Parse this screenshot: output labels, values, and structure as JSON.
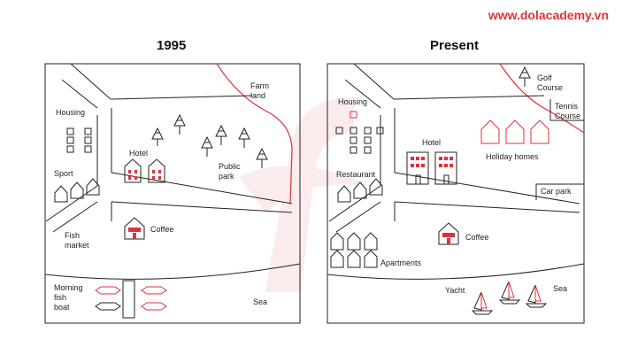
{
  "watermark": "www.dolacademy.vn",
  "maps": {
    "left": {
      "title": "1995",
      "labels": {
        "housing": "Housing",
        "farm_land": "Farm\nland",
        "hotel": "Hotel",
        "public_park": "Public\npark",
        "sport": "Sport",
        "coffee": "Coffee",
        "fish_market": "Fish\nmarket",
        "morning_fish_boat": "Morning\nfish\nboat",
        "sea": "Sea"
      }
    },
    "right": {
      "title": "Present",
      "labels": {
        "golf_course": "Golf\nCourse",
        "housing": "Housing",
        "tennis_course": "Tennis\nCourse",
        "hotel": "Hotel",
        "holiday_homes": "Holiday homes",
        "restaurant": "Restaurant",
        "car_park": "Car park",
        "coffee": "Coffee",
        "apartments": "Apartments",
        "yacht": "Yacht",
        "sea": "Sea"
      }
    }
  },
  "colors": {
    "accent": "#e0313a",
    "line": "#222222",
    "watermark": "#e0313a"
  }
}
